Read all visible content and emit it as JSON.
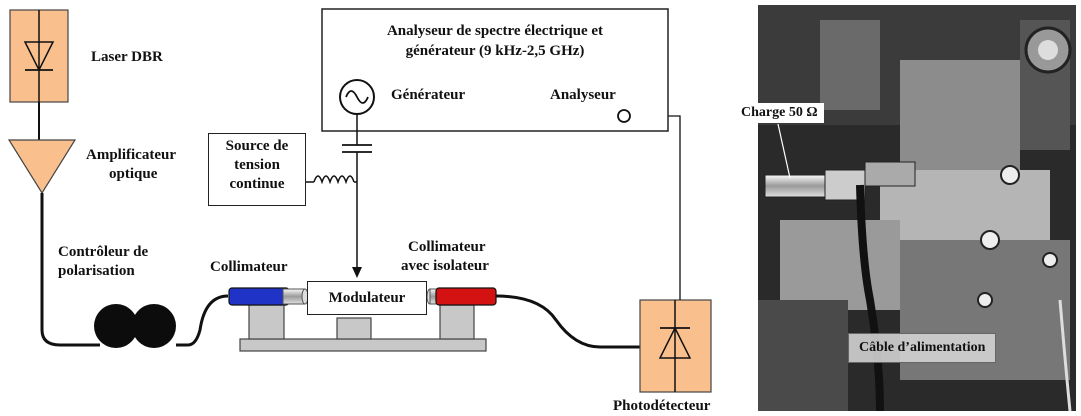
{
  "diagram": {
    "laser_label": "Laser DBR",
    "amplifier_label_line1": "Amplificateur",
    "amplifier_label_line2": "optique",
    "polarization_label_line1": "Contrôleur de",
    "polarization_label_line2": "polarisation",
    "dc_source_line1": "Source de",
    "dc_source_line2": "tension",
    "dc_source_line3": "continue",
    "analyzer_title_line1": "Analyseur de spectre électrique et",
    "analyzer_title_line2": "générateur  (9 kHz-2,5 GHz)",
    "generator_label": "Générateur",
    "analyzer_port_label": "Analyseur",
    "collimator_label": "Collimateur",
    "collimator_isolator_line1": "Collimateur",
    "collimator_isolator_line2": "avec isolateur",
    "modulator_label": "Modulateur",
    "photodetector_label": "Photodétecteur"
  },
  "photo": {
    "load_label": "Charge 50 Ω",
    "power_cable_label": "Câble d’alimentation"
  },
  "colors": {
    "component_fill": "#f9c08e",
    "collimator_blue": "#1f33c7",
    "collimator_red": "#d41212",
    "mount_gray": "#c8c8c8"
  }
}
